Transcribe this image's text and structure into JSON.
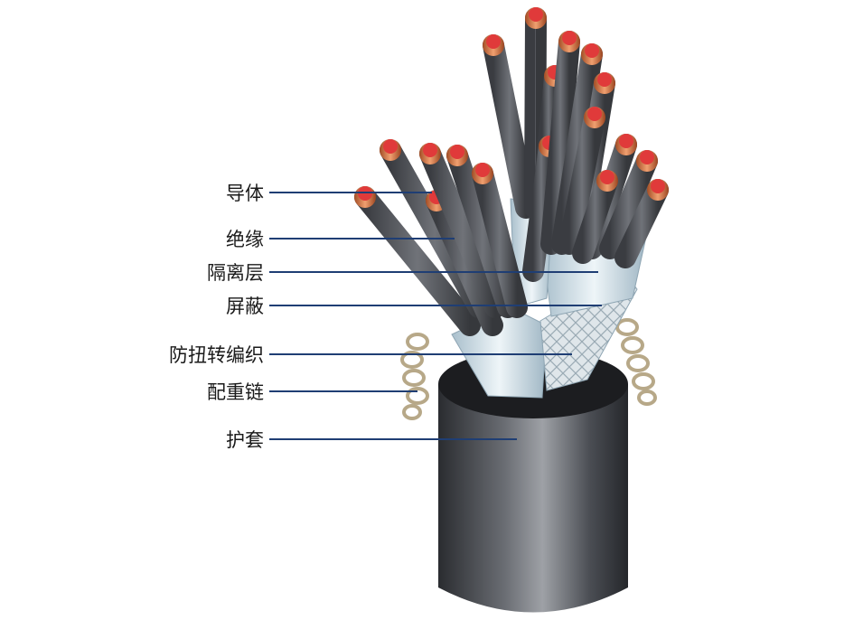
{
  "labels": [
    {
      "id": "conductor",
      "text": "导体"
    },
    {
      "id": "insulation",
      "text": "绝缘"
    },
    {
      "id": "separator",
      "text": "隔离层"
    },
    {
      "id": "shield",
      "text": "屏蔽"
    },
    {
      "id": "braid",
      "text": "防扭转编织"
    },
    {
      "id": "chain",
      "text": "配重链"
    },
    {
      "id": "sheath",
      "text": "护套"
    }
  ],
  "colors": {
    "leader": "#1f3e74",
    "copper": "#c9693a",
    "core_cut": "#e03a3a",
    "insulation": "#55585e",
    "jacket": "#4a4d53",
    "foil": "#d7e4ec",
    "chain": "#b8a98a"
  }
}
